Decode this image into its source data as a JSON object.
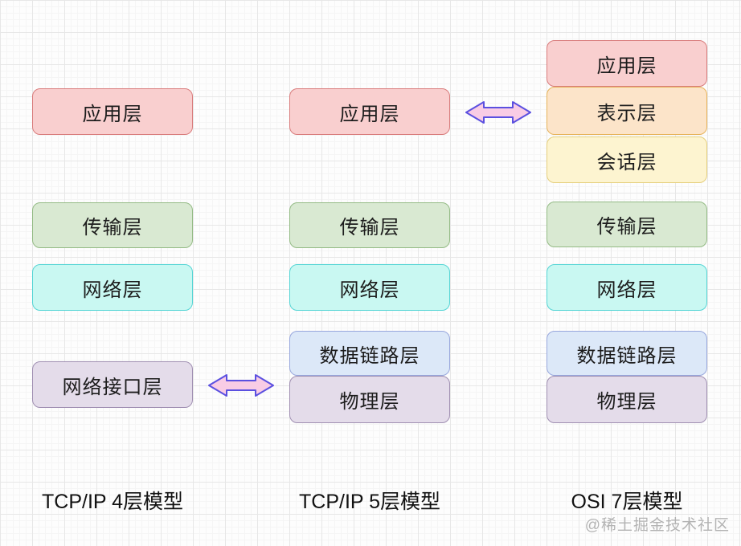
{
  "diagram": {
    "columns": [
      {
        "name": "TCP/IP 4层模型",
        "boxes": [
          {
            "label": "应用层",
            "color": "pink"
          },
          {
            "label": "传输层",
            "color": "green"
          },
          {
            "label": "网络层",
            "color": "cyan"
          },
          {
            "label": "网络接口层",
            "color": "lavender"
          }
        ]
      },
      {
        "name": "TCP/IP 5层模型",
        "boxes": [
          {
            "label": "应用层",
            "color": "pink"
          },
          {
            "label": "传输层",
            "color": "green"
          },
          {
            "label": "网络层",
            "color": "cyan"
          },
          {
            "label": "数据链路层",
            "color": "blue"
          },
          {
            "label": "物理层",
            "color": "lavender"
          }
        ]
      },
      {
        "name": "OSI 7层模型",
        "boxes": [
          {
            "label": "应用层",
            "color": "pink"
          },
          {
            "label": "表示层",
            "color": "peach"
          },
          {
            "label": "会话层",
            "color": "yellow"
          },
          {
            "label": "传输层",
            "color": "green"
          },
          {
            "label": "网络层",
            "color": "cyan"
          },
          {
            "label": "数据链路层",
            "color": "blue"
          },
          {
            "label": "物理层",
            "color": "lavender"
          }
        ]
      }
    ],
    "arrows": [
      {
        "type": "double-headed-horizontal",
        "connects": "TCP/IP 5层模型 应用层 ↔ OSI 7层模型 应用层/表示层/会话层"
      },
      {
        "type": "double-headed-horizontal",
        "connects": "TCP/IP 4层模型 网络接口层 ↔ TCP/IP 5层模型 数据链路层/物理层"
      }
    ],
    "watermark": "@稀土掘金技术社区",
    "palette": {
      "pink_fill": "#f9cfcf",
      "pink_border": "#d97c7c",
      "green_fill": "#d9e9d2",
      "green_border": "#94bb85",
      "cyan_fill": "#c9f8f2",
      "cyan_border": "#55d5d5",
      "lavender_fill": "#e4dcea",
      "lavender_border": "#a08fb2",
      "blue_fill": "#dce8f8",
      "blue_border": "#98a7dd",
      "peach_fill": "#fce4c9",
      "peach_border": "#e7b35a",
      "yellow_fill": "#fdf4d0",
      "yellow_border": "#e5cf7d",
      "arrow_fill": "#f9cce5",
      "arrow_border": "#5b50e0",
      "text": "#1c1c1c",
      "watermark_text": "#b3b3b3",
      "grid_major": "#e7e7e7",
      "grid_minor": "#f5f5f5",
      "background": "#fdfdfd"
    }
  }
}
